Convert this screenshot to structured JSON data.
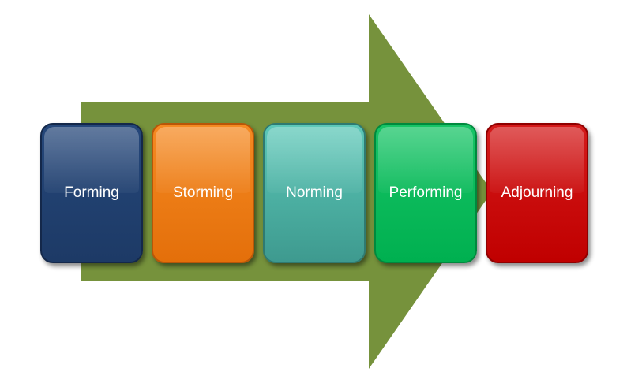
{
  "diagram": {
    "arrow_color": "#76923c",
    "stages": [
      {
        "label": "Forming",
        "color": "#1f3864"
      },
      {
        "label": "Storming",
        "color": "#f07a12"
      },
      {
        "label": "Norming",
        "color": "#4bb1a4"
      },
      {
        "label": "Performing",
        "color": "#00b050"
      },
      {
        "label": "Adjourning",
        "color": "#c00000"
      }
    ]
  }
}
